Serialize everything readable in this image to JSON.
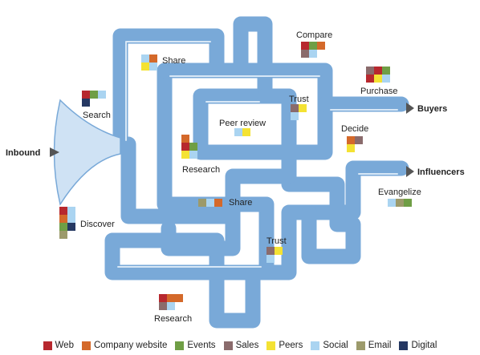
{
  "labels": {
    "inbound": "Inbound",
    "buyers": "Buyers",
    "influencers": "Influencers",
    "search": "Search",
    "discover": "Discover",
    "share_top": "Share",
    "compare": "Compare",
    "purchase": "Purchase",
    "trust_top": "Trust",
    "peer_review": "Peer review",
    "decide": "Decide",
    "research_mid": "Research",
    "share_mid": "Share",
    "evangelize": "Evangelize",
    "trust_bottom": "Trust",
    "research_bottom": "Research"
  },
  "colors": {
    "pipe": "#79a9d8",
    "pipe_highlight": "#d7e7f6",
    "funnel": "#cfe2f4",
    "arrow": "#555555",
    "web": "#b7282e",
    "company_website": "#d4692a",
    "events": "#6f9e45",
    "sales": "#8a6b6c",
    "peers": "#f4e233",
    "social": "#aad4f1",
    "email": "#9c9a6b",
    "digital": "#253862"
  },
  "legend": [
    {
      "key": "web",
      "label": "Web"
    },
    {
      "key": "company_website",
      "label": "Company website"
    },
    {
      "key": "events",
      "label": "Events"
    },
    {
      "key": "sales",
      "label": "Sales"
    },
    {
      "key": "peers",
      "label": "Peers"
    },
    {
      "key": "social",
      "label": "Social"
    },
    {
      "key": "email",
      "label": "Email"
    },
    {
      "key": "digital",
      "label": "Digital"
    }
  ]
}
